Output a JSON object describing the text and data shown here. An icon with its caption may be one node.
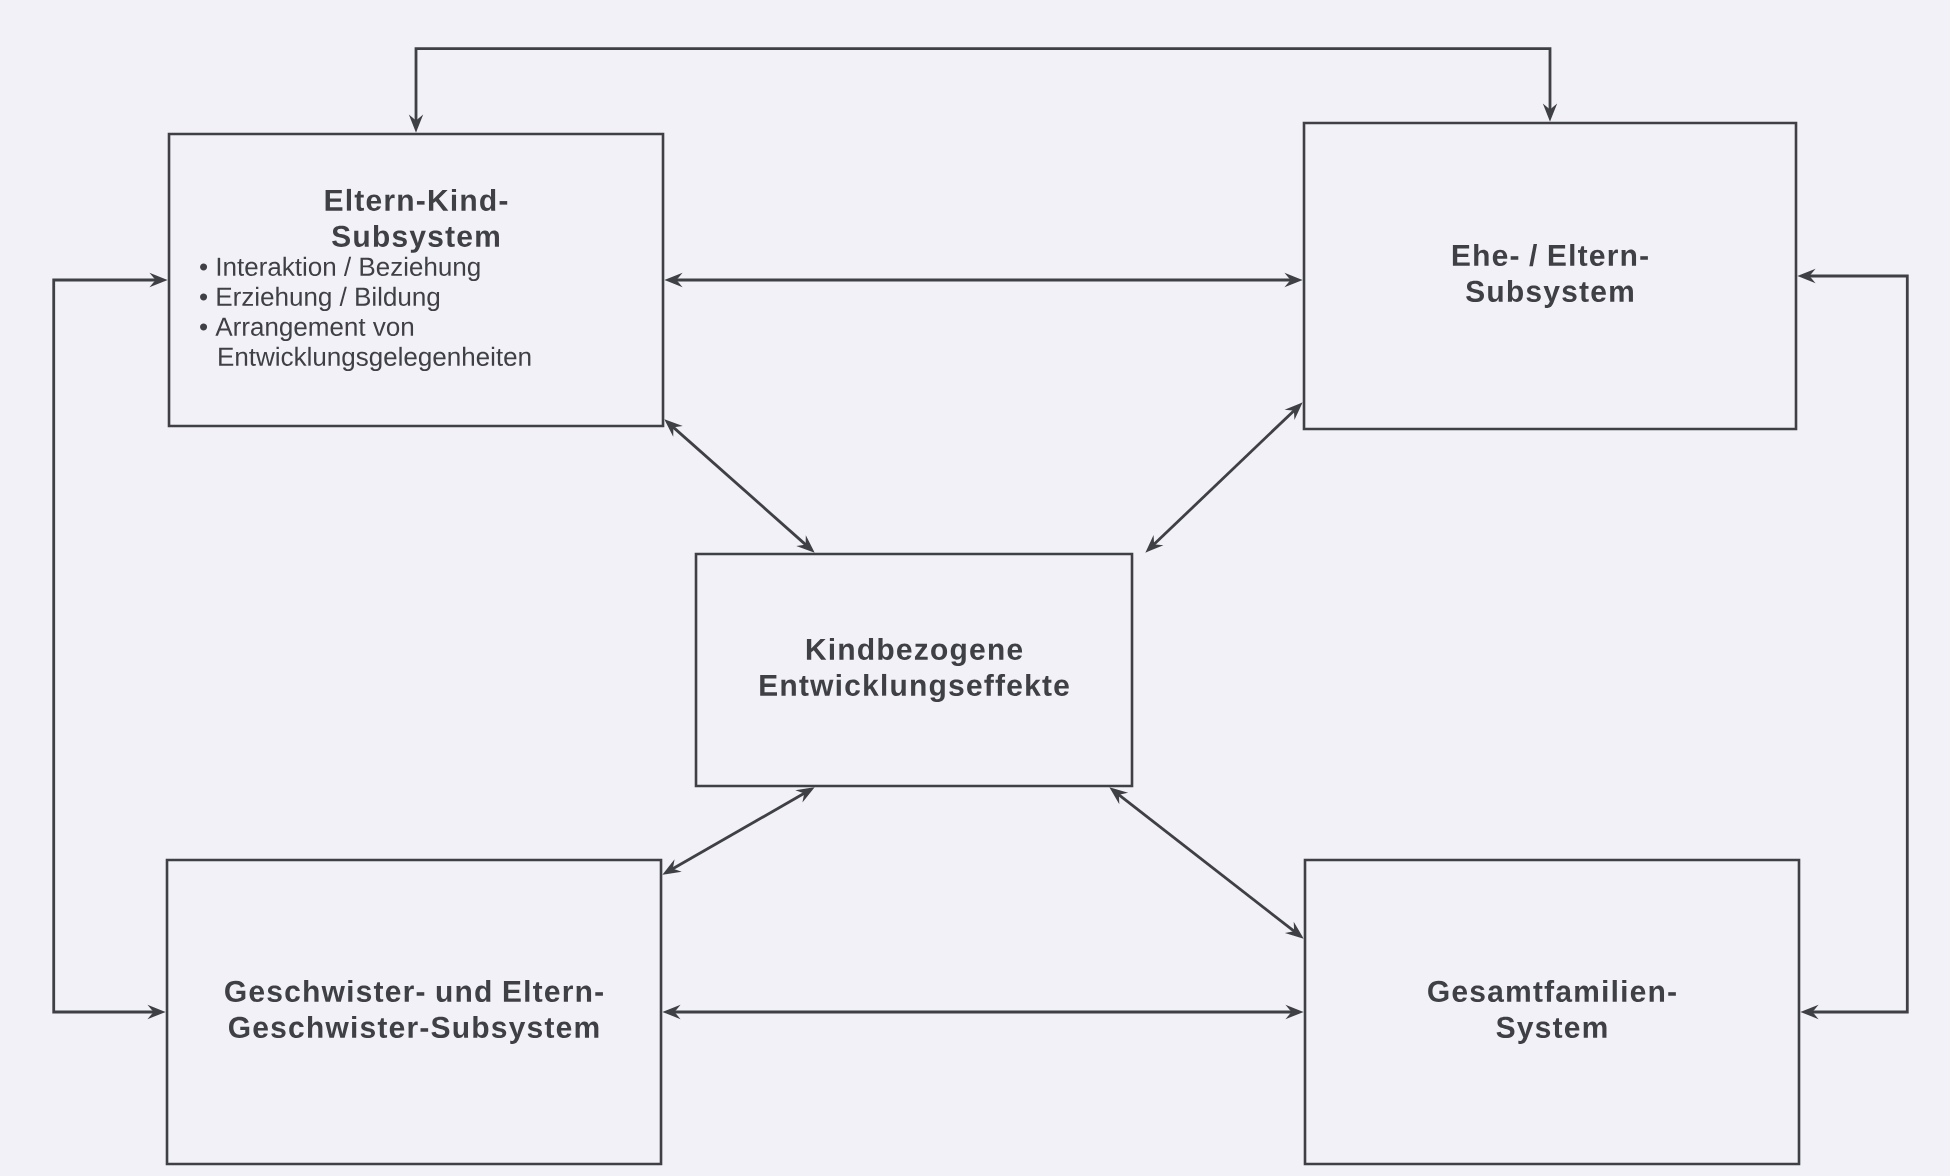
{
  "diagram": {
    "nodes": [
      {
        "text": [
          "Eltern-Kind-Subsystem",
          "• Interaktion / Beziehung",
          "• Erziehung / Bildung",
          "• Arrangement von Entwicklungsgelegenheiten"
        ]
      },
      {
        "text": [
          "Ehe- / Eltern-Subsystem"
        ]
      },
      {
        "text": [
          "Kindbezogene Entwicklungseffekte"
        ]
      },
      {
        "text": [
          "Geschwister- und Eltern-Geschwister-Subsystem"
        ]
      },
      {
        "text": [
          "Gesamtfamilien-System"
        ]
      }
    ],
    "edges": [
      {
        "from": 0,
        "to": 1,
        "arrow": "both"
      },
      {
        "from": 0,
        "to": 1,
        "arrow": "both"
      },
      {
        "from": 0,
        "to": 2,
        "arrow": "both"
      },
      {
        "from": 1,
        "to": 2,
        "arrow": "both"
      },
      {
        "from": 3,
        "to": 2,
        "arrow": "both"
      },
      {
        "from": 4,
        "to": 2,
        "arrow": "both"
      },
      {
        "from": 3,
        "to": 4,
        "arrow": "both"
      },
      {
        "from": 0,
        "to": 3,
        "arrow": "both"
      },
      {
        "from": 1,
        "to": 4,
        "arrow": "both"
      }
    ]
  }
}
